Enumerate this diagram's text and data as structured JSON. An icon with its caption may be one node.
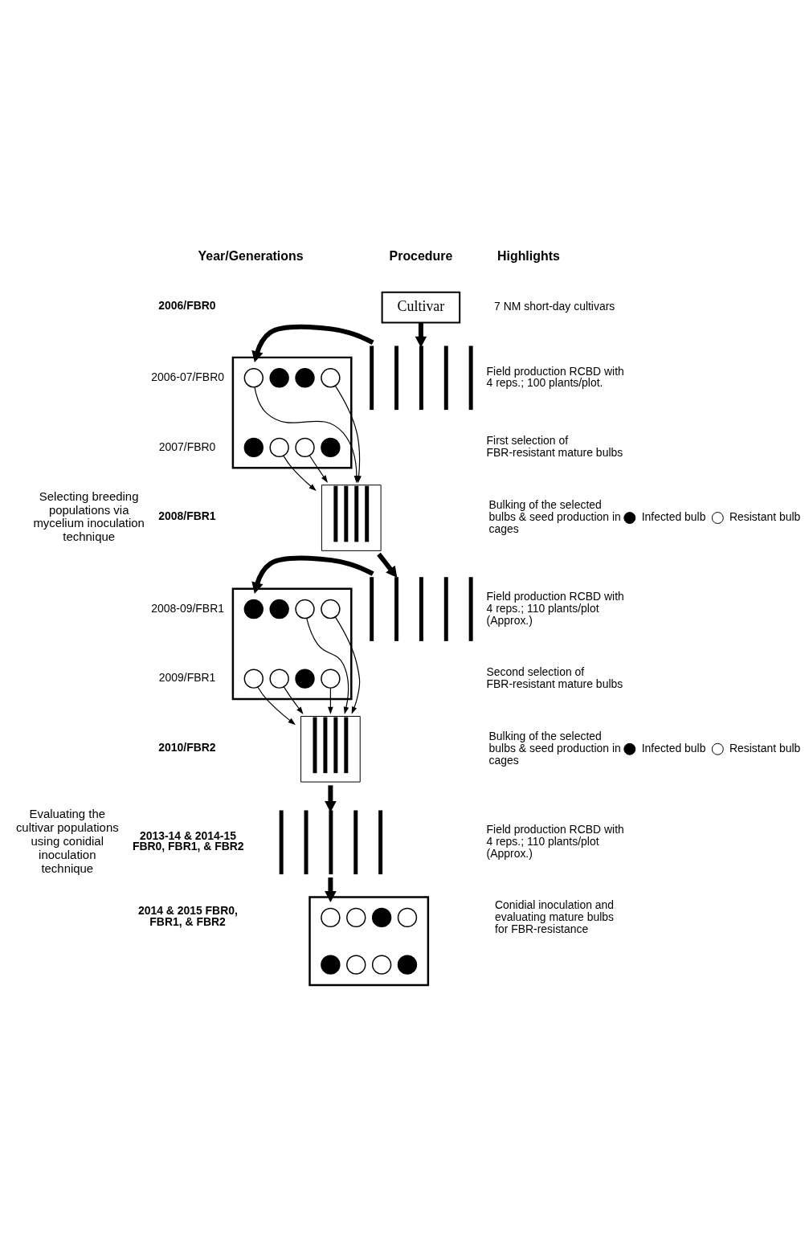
{
  "diagram": {
    "nodes": [
      {
        "text": [
          "Cultivar"
        ]
      },
      {
        "text": [],
        "shape": "picture"
      },
      {
        "text": [],
        "shape": "box"
      },
      {
        "text": [],
        "shape": "circle",
        "in": 2
      },
      {
        "text": [],
        "shape": "dot",
        "in": 2
      },
      {
        "text": [],
        "shape": "circle",
        "in": 2
      },
      {
        "text": [],
        "shape": "dot",
        "in": 2
      },
      {
        "text": [],
        "shape": "dot",
        "in": 2
      },
      {
        "text": [],
        "shape": "circle",
        "in": 2
      },
      {
        "text": [],
        "shape": "dot",
        "in": 2
      },
      {
        "text": [],
        "shape": "circle",
        "in": 2
      },
      {
        "text": [],
        "shape": "box"
      },
      {
        "text": [],
        "shape": "picture"
      },
      {
        "text": [],
        "shape": "box"
      },
      {
        "text": [],
        "shape": "dot",
        "in": 13
      },
      {
        "text": [],
        "shape": "circle",
        "in": 13
      },
      {
        "text": [],
        "shape": "dot",
        "in": 13
      },
      {
        "text": [],
        "shape": "circle",
        "in": 13
      },
      {
        "text": [],
        "shape": "circle",
        "in": 13
      },
      {
        "text": [],
        "shape": "dot",
        "in": 13
      },
      {
        "text": [],
        "shape": "circle",
        "in": 13
      },
      {
        "text": [],
        "shape": "circle",
        "in": 13
      },
      {
        "text": [],
        "shape": "box"
      },
      {
        "text": [],
        "shape": "picture"
      },
      {
        "text": [],
        "shape": "box"
      },
      {
        "text": [],
        "shape": "circle",
        "in": 24
      },
      {
        "text": [],
        "shape": "circle",
        "in": 24
      },
      {
        "text": [],
        "shape": "dot",
        "in": 24
      },
      {
        "text": [],
        "shape": "circle",
        "in": 24
      },
      {
        "text": [],
        "shape": "dot",
        "in": 24
      },
      {
        "text": [],
        "shape": "circle",
        "in": 24
      },
      {
        "text": [],
        "shape": "circle",
        "in": 24
      },
      {
        "text": [],
        "shape": "dot",
        "in": 24
      }
    ],
    "edges": [
      {
        "from": 0,
        "to": 1,
        "arrow": "to",
        "style": "thick"
      },
      {
        "from": 1,
        "to": 2,
        "arrow": "to",
        "style": "thick"
      },
      {
        "from": 3,
        "to": 11,
        "arrow": "to"
      },
      {
        "from": 5,
        "to": 11,
        "arrow": "to"
      },
      {
        "from": 8,
        "to": 11,
        "arrow": "to"
      },
      {
        "from": 10,
        "to": 11,
        "arrow": "to"
      },
      {
        "from": 11,
        "to": 12,
        "arrow": "to",
        "style": "thick"
      },
      {
        "from": 12,
        "to": 13,
        "arrow": "to",
        "style": "thick"
      },
      {
        "from": 18,
        "to": 22,
        "arrow": "to"
      },
      {
        "from": 15,
        "to": 22,
        "arrow": "to"
      },
      {
        "from": 20,
        "to": 22,
        "arrow": "to"
      },
      {
        "from": 17,
        "to": 22,
        "arrow": "to"
      },
      {
        "from": 21,
        "to": 22,
        "arrow": "to"
      },
      {
        "from": 22,
        "to": 23,
        "arrow": "to",
        "style": "thick"
      },
      {
        "from": 23,
        "to": 24,
        "arrow": "to",
        "style": "thick"
      }
    ],
    "labels": [
      "Year/Generations",
      "Procedure",
      "Highlights",
      "2006/FBR0",
      "7 NM short-day cultivars",
      "Selecting breeding populations via mycelium inoculation technique",
      "2006-07/FBR0",
      "Field production RCBD with 4 reps.; 100 plants/plot.",
      "2007/FBR0",
      "First selection of FBR-resistant mature bulbs",
      "2008/FBR1",
      "Bulking of the selected bulbs & seed production in cages",
      "2008-09/FBR1",
      "Field production RCBD with 4 reps.; 110 plants/plot (Approx.)",
      "2009/FBR1",
      "Second selection of FBR-resistant mature bulbs",
      "2010/FBR2",
      "Bulking of the selected bulbs & seed production in cages",
      "Evaluating the cultivar populations using conidial inoculation technique",
      "2013-14 & 2014-15 FBR0, FBR1, & FBR2",
      "Field production RCBD with 4 reps.; 110 plants/plot (Approx.)",
      "2014 & 2015 FBR0, FBR1, & FBR2",
      "Conidial inoculation and evaluating mature bulbs for FBR-resistance"
    ],
    "legend": [
      {
        "text": "Infected bulb"
      },
      {
        "text": "Resistant bulb"
      },
      {
        "text": "Infected bulb"
      },
      {
        "text": "Resistant bulb"
      }
    ]
  }
}
